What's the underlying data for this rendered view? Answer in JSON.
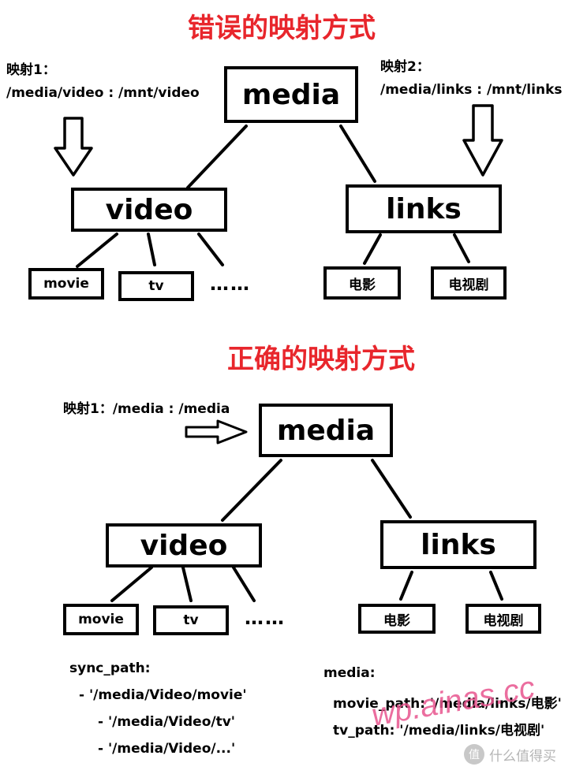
{
  "sections": {
    "wrong": {
      "title": "错误的映射方式",
      "mapping1_label": "映射1：",
      "mapping1_value": "/media/video : /mnt/video",
      "mapping2_label": "映射2：",
      "mapping2_value": "/media/links : /mnt/links",
      "root": "media",
      "left": "video",
      "right": "links",
      "left_children": [
        "movie",
        "tv"
      ],
      "ellipsis": "……",
      "right_children": [
        "电影",
        "电视剧"
      ]
    },
    "right": {
      "title": "正确的映射方式",
      "mapping1_line": "映射1：/media : /media",
      "root": "media",
      "left": "video",
      "right": "links",
      "left_children": [
        "movie",
        "tv"
      ],
      "ellipsis": "……",
      "right_children": [
        "电影",
        "电视剧"
      ]
    }
  },
  "sync_path": {
    "header": "sync_path:",
    "items": [
      "- '/media/Video/movie'",
      "- '/media/Video/tv'",
      "- '/media/Video/...'"
    ]
  },
  "media_config": {
    "header": "media:",
    "movie_path": "movie_path: '/media/links/电影'",
    "tv_path": "tv_path: '/media/links/电视剧'"
  },
  "watermark": "wp.ainas.cc",
  "logo": {
    "badge": "值",
    "text": "什么值得买"
  },
  "colors": {
    "title": "#e8262c",
    "watermark": "#e8558f"
  }
}
